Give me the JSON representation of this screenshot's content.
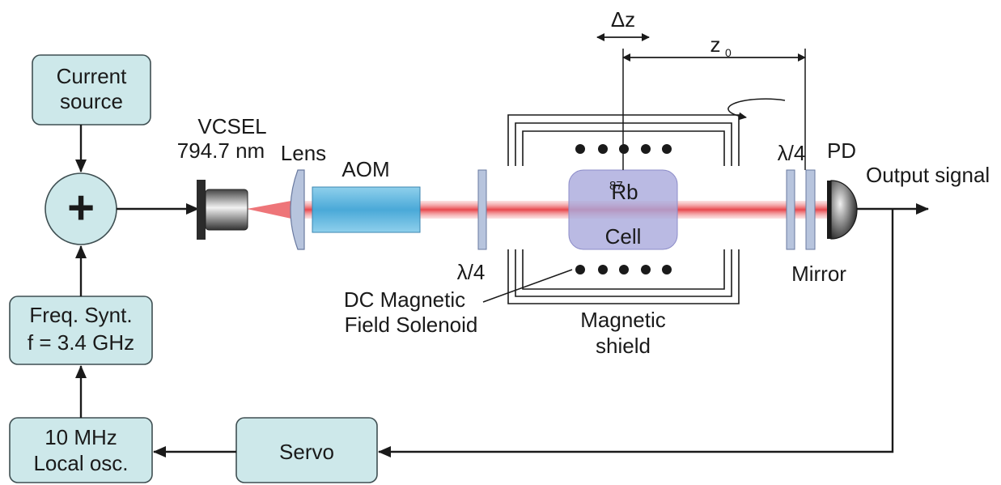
{
  "blocks": {
    "current_source": [
      "Current",
      "source"
    ],
    "freq_synt": [
      "Freq. Synt.",
      "f = 3.4 GHz"
    ],
    "local_osc": [
      "10 MHz",
      "Local osc."
    ],
    "servo": "Servo",
    "adder_symbol": "+"
  },
  "labels": {
    "vcsel": [
      "VCSEL",
      "794.7 nm"
    ],
    "lens": "Lens",
    "aom": "AOM",
    "qwp_left": "λ/4",
    "qwp_right": "λ/4",
    "pd": "PD",
    "output": "Output signal",
    "mirror": "Mirror",
    "cell_isotope": "87",
    "cell_element": "Rb",
    "cell_word": "Cell",
    "solenoid": [
      "DC Magnetic",
      "Field Solenoid"
    ],
    "shield": [
      "Magnetic",
      "shield"
    ],
    "delta_z": "Δz",
    "z0_main": "z",
    "z0_sub": "0"
  },
  "colors": {
    "block_fill": "#cde8ea",
    "laser_beam": "#e8474c",
    "aom_fill": "#7cc6e6",
    "cell_fill": "#a9a9dc",
    "optic_fill": "#b7c4dd"
  }
}
